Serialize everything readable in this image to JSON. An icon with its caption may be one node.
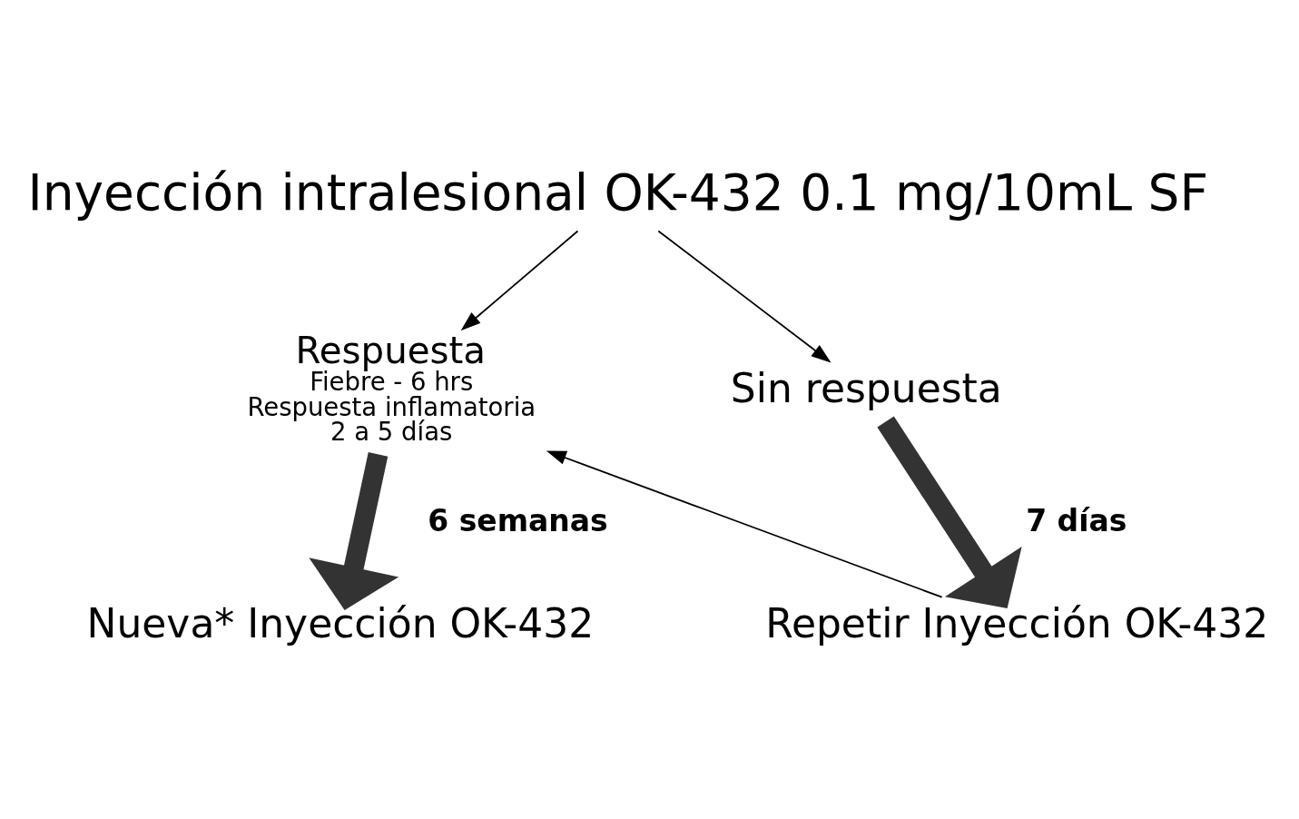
{
  "diagram": {
    "nodes": [
      {
        "text": [
          "Inyección intralesional OK-432 0.1 mg/10mL SF"
        ]
      },
      {
        "text": [
          "Respuesta",
          "Fiebre - 6 hrs",
          "Respuesta inflamatoria",
          "2 a 5 días"
        ]
      },
      {
        "text": [
          "Sin respuesta"
        ]
      },
      {
        "text": [
          "Nueva* Inyección OK-432"
        ]
      },
      {
        "text": [
          "Repetir Inyección OK-432"
        ]
      }
    ],
    "edges": [
      {
        "from": 0,
        "to": 1,
        "arrow": "to"
      },
      {
        "from": 0,
        "to": 2,
        "arrow": "to"
      },
      {
        "from": 1,
        "to": 3,
        "arrow": "to",
        "style": "thick",
        "label": "6 semanas",
        "color": "#333333"
      },
      {
        "from": 2,
        "to": 4,
        "arrow": "to",
        "style": "thick",
        "label": "7 días",
        "color": "#333333"
      },
      {
        "from": 4,
        "to": 1,
        "arrow": "to"
      }
    ]
  }
}
